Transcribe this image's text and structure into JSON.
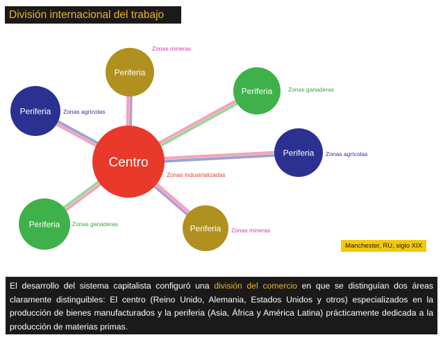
{
  "title": "División internacional del trabajo",
  "center": {
    "label": "Centro",
    "zone": "Zonas industrializadas",
    "color": "#e8392a"
  },
  "peripheries": [
    {
      "id": "top",
      "label": "Periferia",
      "zone": "Zonas mineras",
      "color": "#b0901f",
      "link_colors": [
        "#f3a4b6",
        "#b89bd6"
      ]
    },
    {
      "id": "top-right",
      "label": "Periferia",
      "zone": "Zonas ganaderas",
      "color": "#3fb14b",
      "link_colors": [
        "#f3a4b6",
        "#9fd49a"
      ]
    },
    {
      "id": "left",
      "label": "Periferia",
      "zone": "Zonas agrícolas",
      "color": "#2b3191",
      "link_colors": [
        "#f3a4b6",
        "#9aa3d4"
      ]
    },
    {
      "id": "right",
      "label": "Periferia",
      "zone": "Zonas agrícolas",
      "color": "#2b3191",
      "link_colors": [
        "#f3a4b6",
        "#9aa3d4"
      ]
    },
    {
      "id": "bottom-left",
      "label": "Periferia",
      "zone": "Zonas ganaderas",
      "color": "#3fb14b",
      "link_colors": [
        "#f3a4b6",
        "#9fd49a"
      ]
    },
    {
      "id": "bottom",
      "label": "Periferia",
      "zone": "Zonas mineras",
      "color": "#b0901f",
      "link_colors": [
        "#f3a4b6",
        "#b89bd6"
      ]
    }
  ],
  "zone_colors": {
    "mineras": "#d63aa3",
    "ganaderas": "#3fa33f",
    "agricolas": "#2b3191",
    "industrializadas": "#e8392a"
  },
  "badge": "Manchester, RU, siglo XIX",
  "description": {
    "before": "El desarrollo del sistema capitalista configuró una ",
    "highlight": "división del comercio",
    "after": " en que se distinguían dos áreas claramente distinguibles: El centro (Reino Unido, Alemania, Estados Unidos y otros) especializados en la producción de bienes manufacturados y la periferia (Asia, África y América Latina) prácticamente dedicada a la producción de materias primas."
  }
}
